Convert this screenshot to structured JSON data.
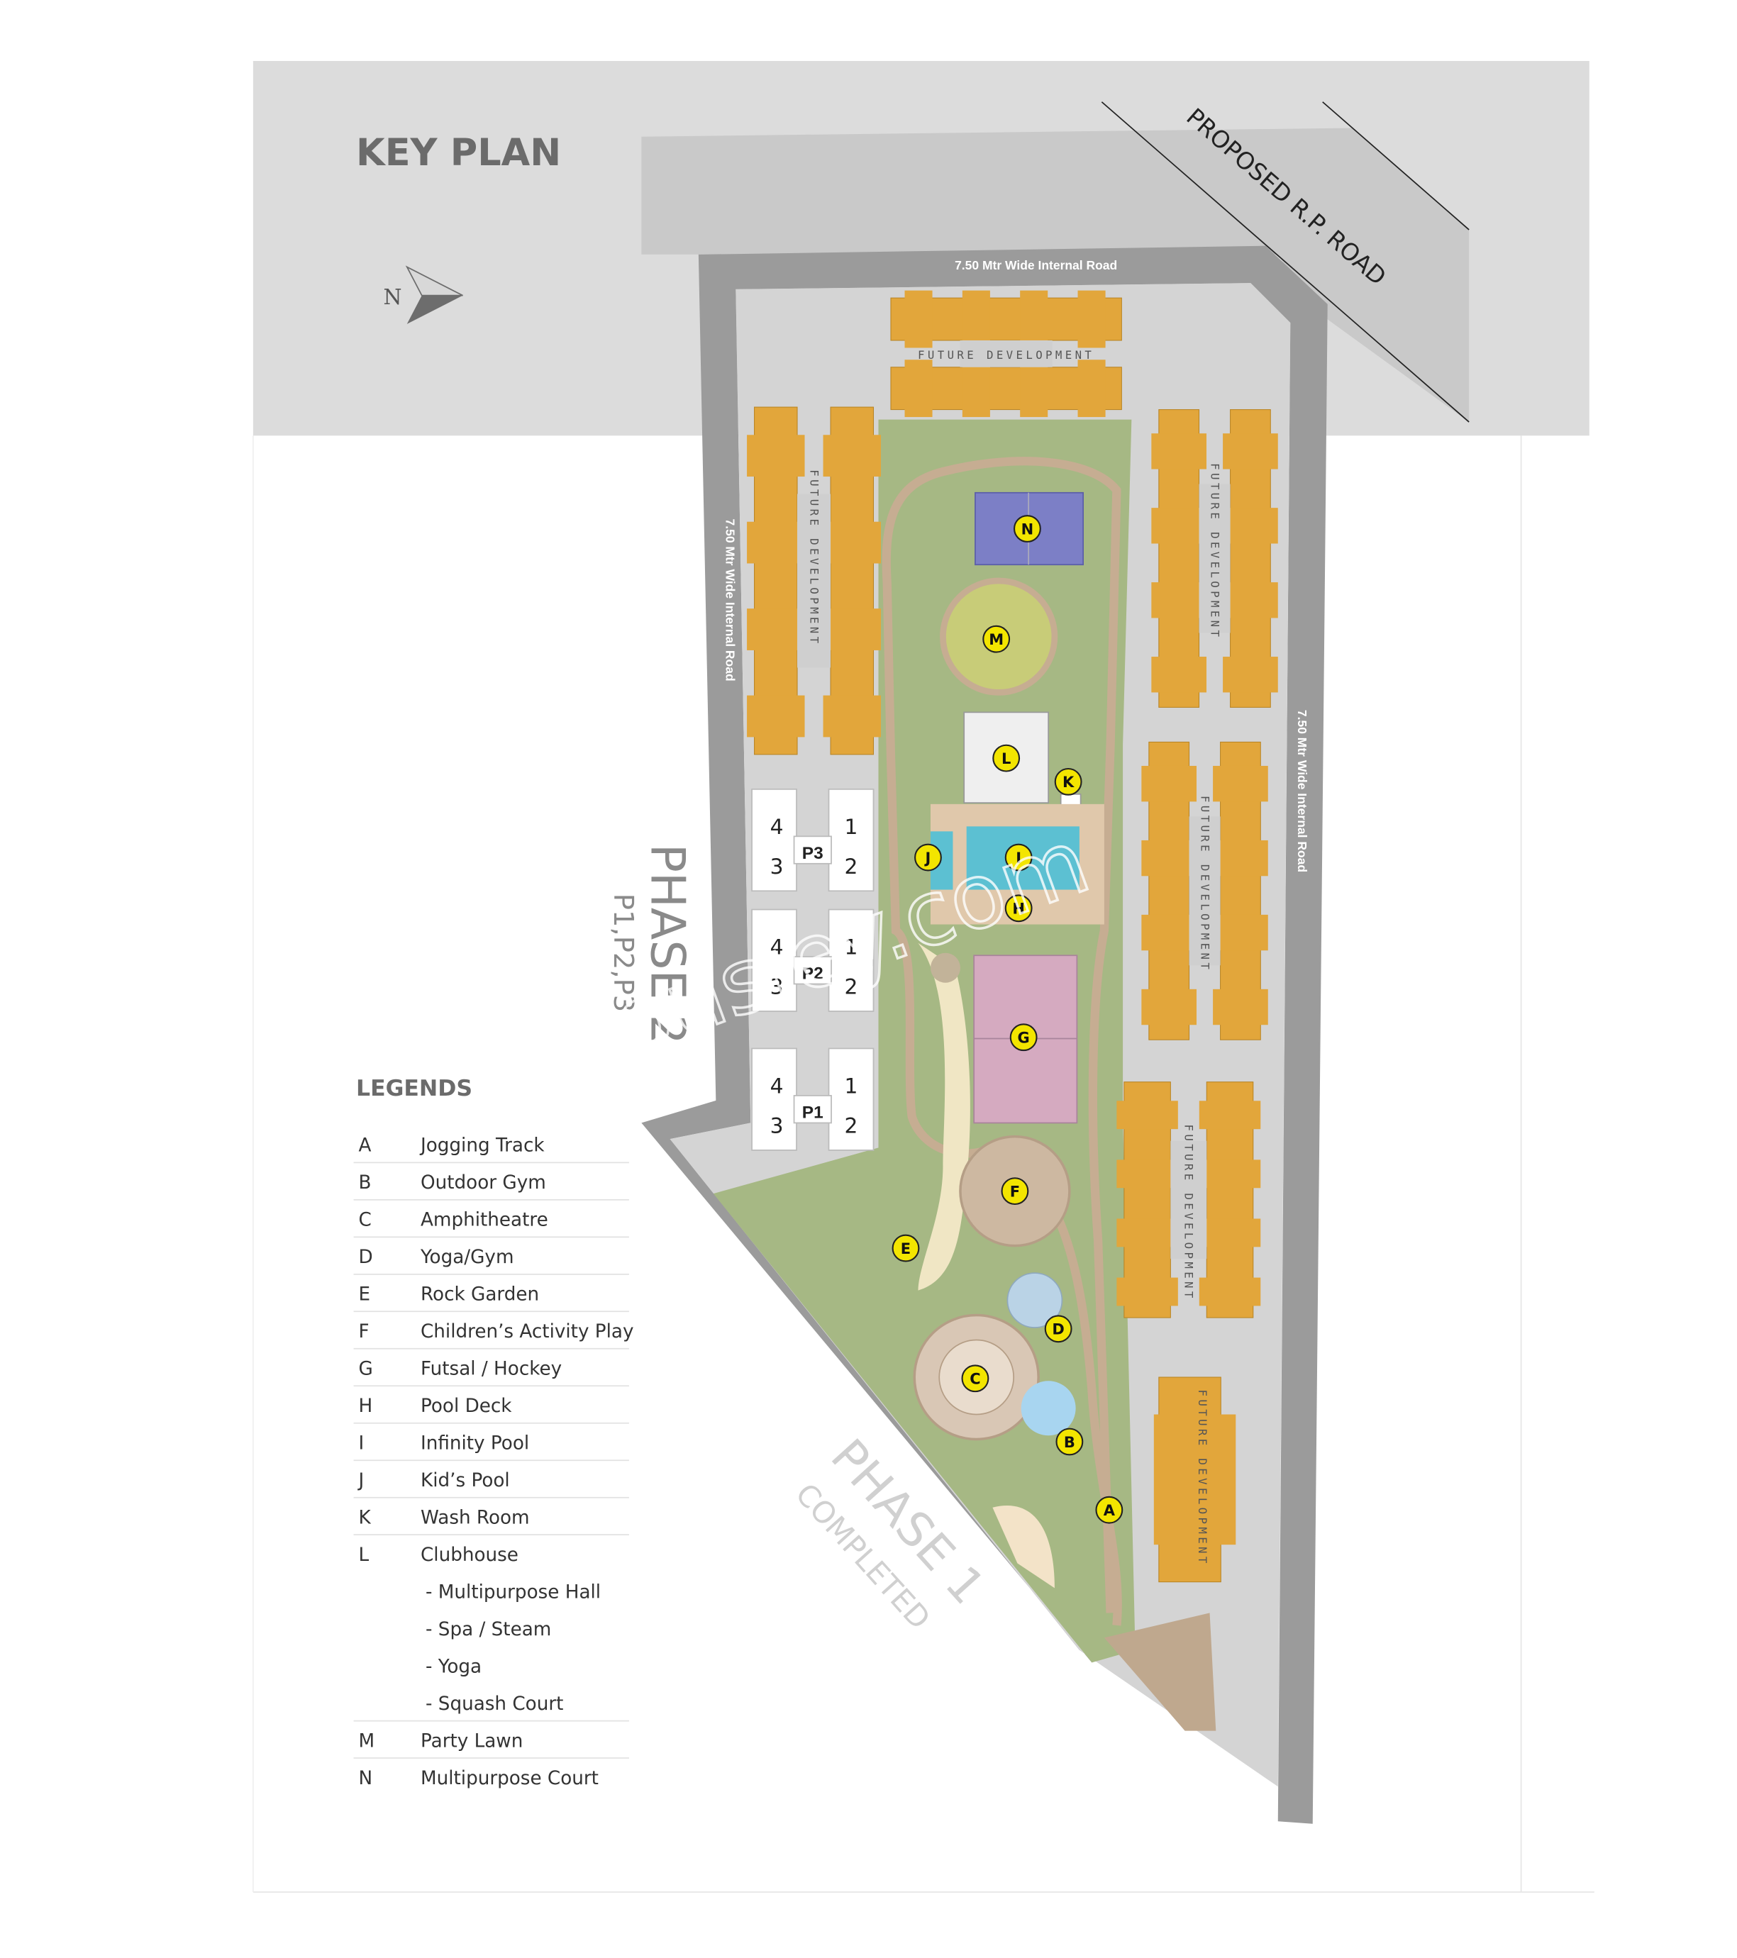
{
  "title": "KEY PLAN",
  "north_label": "N",
  "roads": {
    "proposed": "PROPOSED R.P. ROAD",
    "internal_top": "7.50 Mtr Wide Internal Road",
    "internal_left": "7.50 Mtr Wide Internal Road",
    "internal_right": "7.50 Mtr Wide Internal Road"
  },
  "future_development": [
    "FUTURE DEVELOPMENT",
    "FUTURE DEVELOPMENT",
    "FUTURE DEVELOPMENT",
    "FUTURE DEVELOPMENT",
    "FUTURE DEVELOPMENT",
    "FUTURE DEVELOPMENT"
  ],
  "phase2": {
    "title": "PHASE 2",
    "subtitle": "P1,P2,P3"
  },
  "phase1": {
    "title": "PHASE 1",
    "subtitle": "COMPLETED"
  },
  "towers": [
    {
      "name": "P3",
      "units": [
        "4",
        "3",
        "1",
        "2"
      ]
    },
    {
      "name": "P2",
      "units": [
        "4",
        "3",
        "1",
        "2"
      ]
    },
    {
      "name": "P1",
      "units": [
        "4",
        "3",
        "1",
        "2"
      ]
    }
  ],
  "watermark": "Housiey.com",
  "markers": [
    "N",
    "M",
    "L",
    "K",
    "J",
    "I",
    "H",
    "G",
    "F",
    "E",
    "D",
    "C",
    "B",
    "A"
  ],
  "legend": {
    "title": "LEGENDS",
    "items": [
      {
        "key": "A",
        "label": "Jogging Track"
      },
      {
        "key": "B",
        "label": "Outdoor Gym"
      },
      {
        "key": "C",
        "label": "Amphitheatre"
      },
      {
        "key": "D",
        "label": "Yoga/Gym"
      },
      {
        "key": "E",
        "label": "Rock Garden"
      },
      {
        "key": "F",
        "label": "Children’s Activity Play"
      },
      {
        "key": "G",
        "label": "Futsal / Hockey"
      },
      {
        "key": "H",
        "label": "Pool Deck"
      },
      {
        "key": "I",
        "label": "Infinity Pool"
      },
      {
        "key": "J",
        "label": "Kid’s Pool"
      },
      {
        "key": "K",
        "label": "Wash Room"
      },
      {
        "key": "L",
        "label": "Clubhouse"
      },
      {
        "key": "",
        "label": "-  Multipurpose Hall",
        "sub": true
      },
      {
        "key": "",
        "label": "-  Spa / Steam",
        "sub": true
      },
      {
        "key": "",
        "label": "-  Yoga",
        "sub": true
      },
      {
        "key": "",
        "label": "-  Squash Court",
        "sub": true
      },
      {
        "key": "M",
        "label": "Party Lawn"
      },
      {
        "key": "N",
        "label": "Multipurpose Court"
      }
    ]
  },
  "colors": {
    "building": "#e2a63b",
    "park": "#a6b884",
    "road": "#9b9b9b",
    "site": "#d4d4d4",
    "marker": "#f3e500"
  }
}
